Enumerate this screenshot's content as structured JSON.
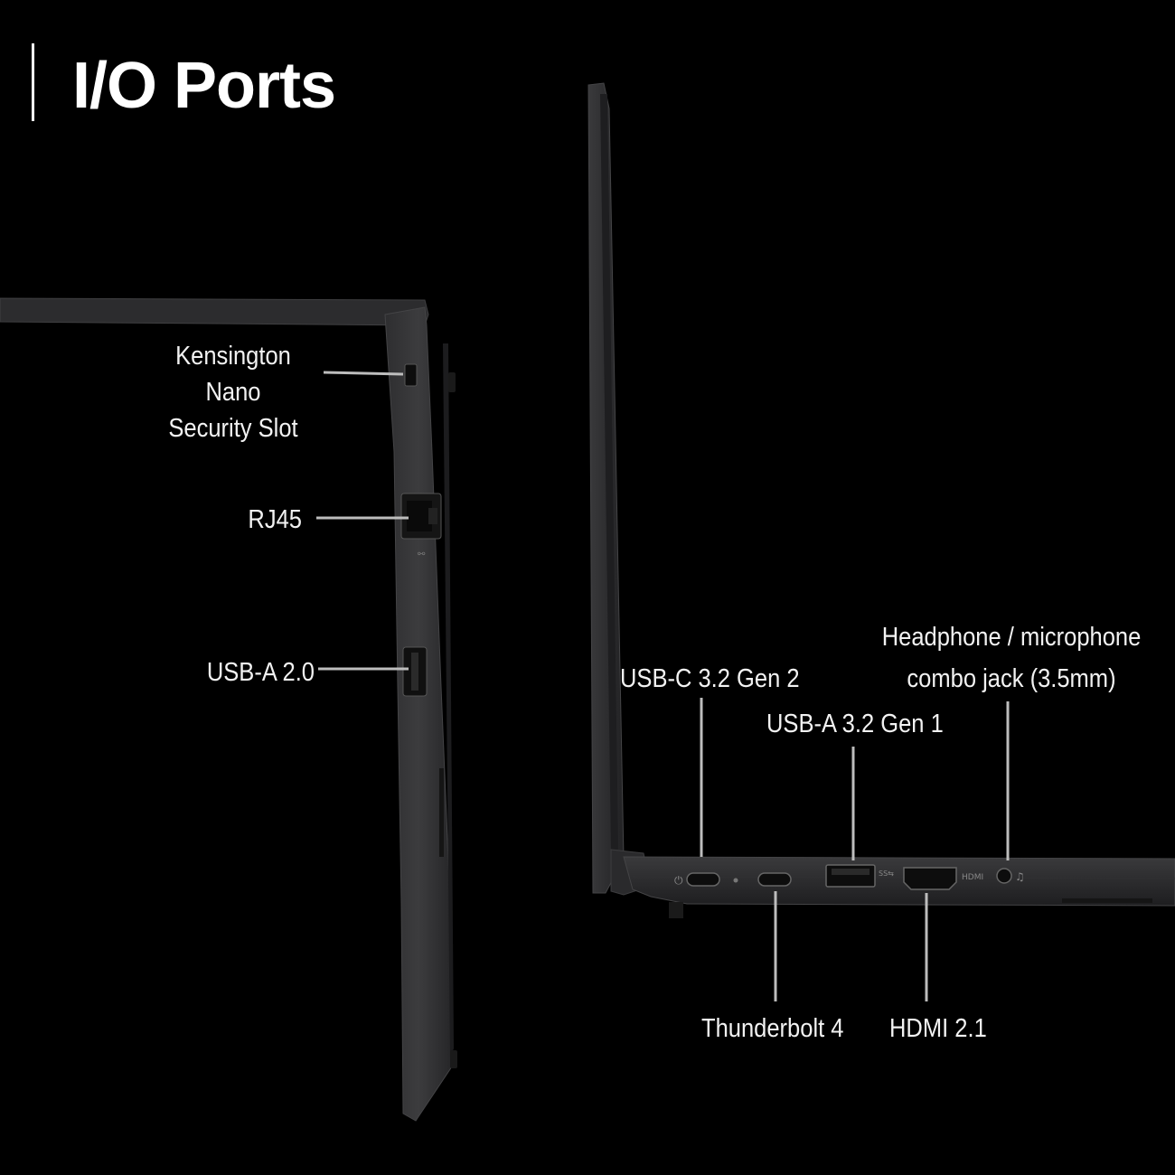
{
  "header": {
    "title": "I/O Ports"
  },
  "left_side": {
    "ports": {
      "kensington": "Kensington Nano\nSecurity Slot",
      "rj45": "RJ45",
      "usb_a_20": "USB-A 2.0"
    }
  },
  "right_side": {
    "ports": {
      "usb_c": "USB-C 3.2 Gen 2",
      "usb_a_gen1": "USB-A 3.2 Gen 1",
      "headphone": "Headphone / microphone\ncombo jack (3.5mm)",
      "thunderbolt": "Thunderbolt 4",
      "hdmi": "HDMI 2.1"
    }
  },
  "colors": {
    "background": "#000000",
    "laptop_body": "#2a2a2c",
    "leader_line": "#bdbdbd",
    "text": "#f2f2f2"
  }
}
